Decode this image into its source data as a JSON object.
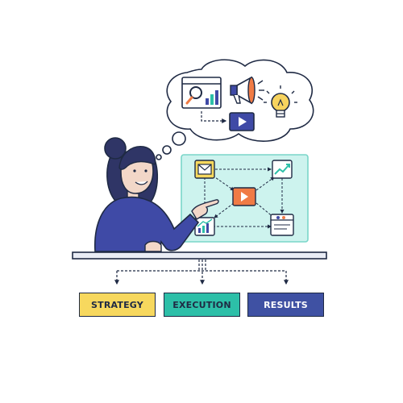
{
  "labels": {
    "strategy": "STRATEGY",
    "execution": "EXECUTION",
    "results": "RESULTS"
  },
  "colors": {
    "outline": "#1f2a44",
    "strategy": "#f7d85e",
    "execution": "#2dbfa8",
    "results": "#3f51a3",
    "board": "#cdf3ee",
    "board_border": "#7ad6c9",
    "shirt": "#3f4aa6",
    "hair": "#2f3566",
    "skin": "#f2d7c8",
    "play_orange": "#f07b45",
    "play_navy": "#3f4aa6",
    "bulb": "#f7d35e"
  },
  "icons": [
    "woman-presenter",
    "thought-bubble",
    "search-analytics-icon",
    "megaphone-icon",
    "lightbulb-icon",
    "play-video-icon",
    "email-icon",
    "growth-chart-icon",
    "analytics-chart-icon",
    "browser-window-icon"
  ]
}
